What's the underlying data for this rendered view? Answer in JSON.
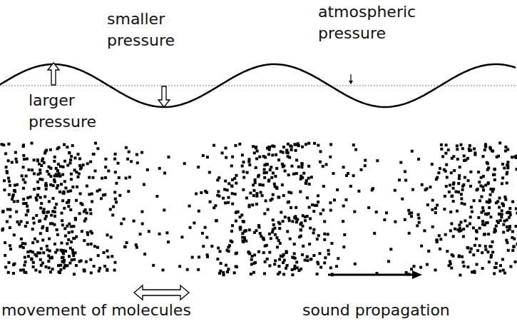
{
  "diagram": {
    "labels": [
      "smaller pressure",
      "atmospheric pressure",
      "larger pressure",
      "movement of molecules",
      "sound propagation"
    ]
  }
}
